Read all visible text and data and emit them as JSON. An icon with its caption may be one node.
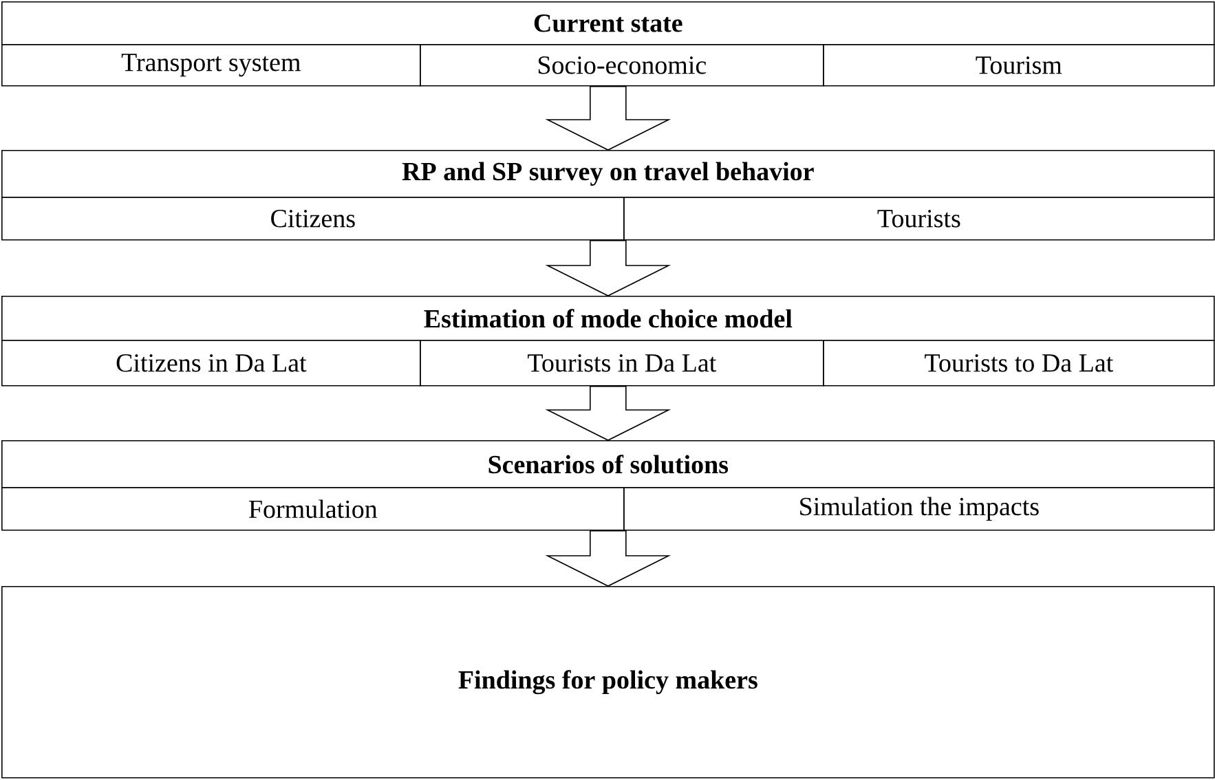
{
  "diagram": {
    "nodes": [
      {
        "text": [
          "Current state"
        ]
      },
      {
        "text": [
          "Transport system"
        ]
      },
      {
        "text": [
          "Socio-economic"
        ]
      },
      {
        "text": [
          "Tourism"
        ]
      },
      {
        "text": [
          "RP and SP survey on travel behavior"
        ]
      },
      {
        "text": [
          "Citizens"
        ]
      },
      {
        "text": [
          "Tourists"
        ]
      },
      {
        "text": [
          "Estimation of mode choice model"
        ]
      },
      {
        "text": [
          "Citizens in Da Lat"
        ]
      },
      {
        "text": [
          "Tourists in Da Lat"
        ]
      },
      {
        "text": [
          "Tourists to Da Lat"
        ]
      },
      {
        "text": [
          "Scenarios of solutions"
        ]
      },
      {
        "text": [
          "Formulation"
        ]
      },
      {
        "text": [
          "Simulation the impacts"
        ]
      },
      {
        "text": [
          "Findings for policy makers"
        ]
      }
    ],
    "edges": [
      {
        "from": 2,
        "to": 4,
        "arrow": "to"
      },
      {
        "from": 5,
        "to": 7,
        "arrow": "to"
      },
      {
        "from": 9,
        "to": 11,
        "arrow": "to"
      },
      {
        "from": 12,
        "to": 14,
        "arrow": "to"
      }
    ]
  }
}
